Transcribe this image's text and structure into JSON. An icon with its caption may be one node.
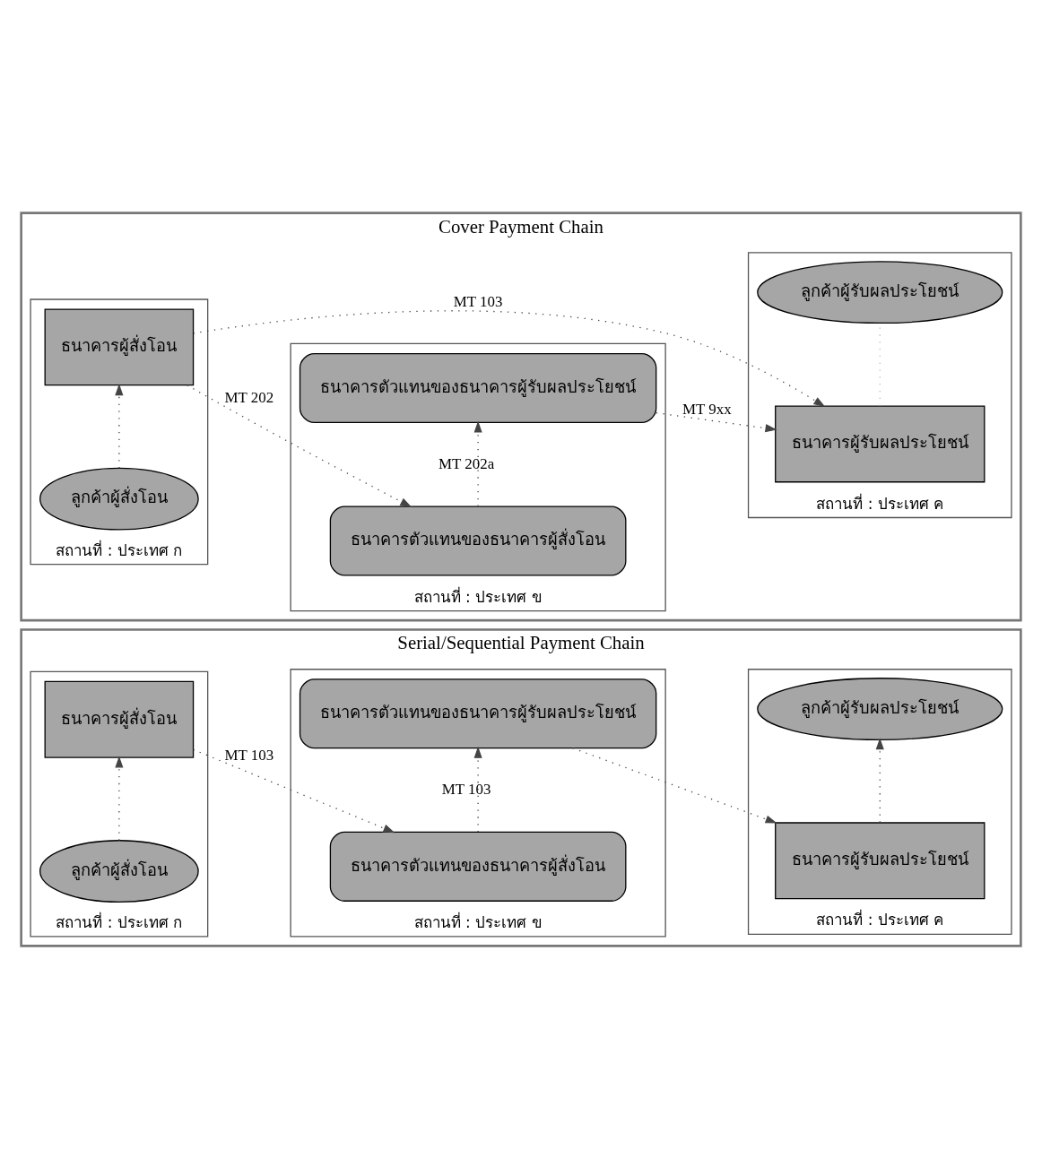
{
  "diagram": {
    "nodes": [
      {
        "text": [
          "Serial/Sequential Payment Chain"
        ]
      },
      {
        "text": [
          "สถานที่ : ประเทศ ก"
        ],
        "in": 0
      },
      {
        "text": [
          "สถานที่ : ประเทศ ข"
        ],
        "in": 0
      },
      {
        "text": [
          "สถานที่ : ประเทศ ค"
        ],
        "in": 0
      },
      {
        "text": [
          "ลูกค้าผู้สั่งโอน"
        ],
        "in": 1
      },
      {
        "text": [
          "ธนาคารผู้สั่งโอน"
        ],
        "in": 1
      },
      {
        "text": [
          "ธนาคารตัวแทนของธนาคารผู้สั่งโอน"
        ],
        "in": 2
      },
      {
        "text": [
          "ธนาคารตัวแทนของธนาคารผู้รับผลประโยชน์"
        ],
        "in": 2
      },
      {
        "text": [
          "ลูกค้าผู้รับผลประโยชน์"
        ],
        "in": 3
      },
      {
        "text": [
          "ธนาคารผู้รับผลประโยชน์"
        ],
        "in": 3
      },
      {
        "text": [
          "Cover Payment Chain"
        ]
      },
      {
        "text": [
          "สถานที่ : ประเทศ ก"
        ],
        "in": 10
      },
      {
        "text": [
          "สถานที่ : ประเทศ ข"
        ],
        "in": 10
      },
      {
        "text": [
          "สถานที่ : ประเทศ ค"
        ],
        "in": 10
      },
      {
        "text": [
          "ลูกค้าผู้สั่งโอน"
        ],
        "in": 11
      },
      {
        "text": [
          "ธนาคารผู้สั่งโอน"
        ],
        "in": 11
      },
      {
        "text": [
          "ธนาคารตัวแทนของธนาคารผู้สั่งโอน"
        ],
        "in": 12
      },
      {
        "text": [
          "ธนาคารตัวแทนของธนาคารผู้รับผลประโยชน์"
        ],
        "in": 12
      },
      {
        "text": [
          "ลูกค้าผู้รับผลประโยชน์"
        ],
        "in": 13
      },
      {
        "text": [
          "ธนาคารผู้รับผลประโยชน์"
        ],
        "in": 13
      }
    ],
    "edges": [
      {
        "from": 4,
        "to": 5,
        "arrow": "to",
        "style": "dashed"
      },
      {
        "from": 5,
        "to": 6,
        "arrow": "to",
        "style": "dashed",
        "label": "MT 103"
      },
      {
        "from": 6,
        "to": 7,
        "arrow": "to",
        "style": "dashed",
        "label": "MT 103"
      },
      {
        "from": 7,
        "to": 9,
        "arrow": "to",
        "style": "dashed"
      },
      {
        "from": 9,
        "to": 8,
        "arrow": "to",
        "style": "dashed"
      },
      {
        "from": 14,
        "to": 15,
        "arrow": "to",
        "style": "dashed"
      },
      {
        "from": 15,
        "to": 19,
        "arrow": "to",
        "style": "dashed",
        "label": "MT 103"
      },
      {
        "from": 15,
        "to": 16,
        "arrow": "to",
        "style": "dashed",
        "label": "MT 202"
      },
      {
        "from": 16,
        "to": 17,
        "arrow": "to",
        "style": "dashed",
        "label": "MT 202a"
      },
      {
        "from": 17,
        "to": 19,
        "arrow": "to",
        "style": "dashed",
        "label": "MT 9xx"
      },
      {
        "from": 19,
        "to": 18,
        "arrow": "none",
        "style": "dashed",
        "color": "#bbbbbb"
      }
    ]
  }
}
